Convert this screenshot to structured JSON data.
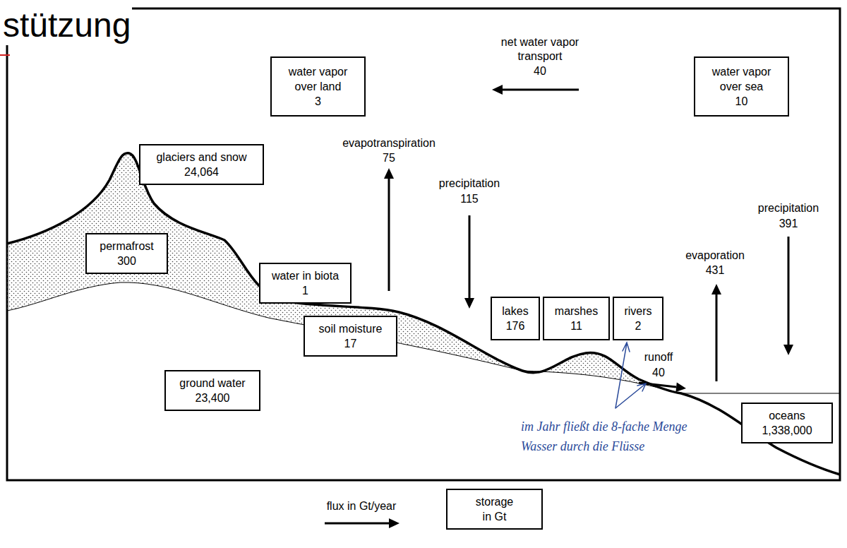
{
  "diagram": {
    "nodes": [
      {
        "text": [
          "water vapor over land",
          "3"
        ]
      },
      {
        "text": [
          "water vapor over sea",
          "10"
        ]
      },
      {
        "text": [
          "glaciers and snow",
          "24,064"
        ]
      },
      {
        "text": [
          "permafrost",
          "300"
        ]
      },
      {
        "text": [
          "water in biota",
          "1"
        ]
      },
      {
        "text": [
          "lakes",
          "176"
        ]
      },
      {
        "text": [
          "marshes",
          "11"
        ]
      },
      {
        "text": [
          "rivers",
          "2"
        ]
      },
      {
        "text": [
          "soil moisture",
          "17"
        ]
      },
      {
        "text": [
          "ground water",
          "23,400"
        ]
      },
      {
        "text": [
          "oceans",
          "1,338,000"
        ]
      }
    ],
    "labels": [
      "stützung",
      "net water vapor transport",
      "40",
      "evapotranspiration",
      "75",
      "precipitation",
      "115",
      "precipitation",
      "391",
      "evaporation",
      "431",
      "runoff",
      "40",
      "im Jahr fließt die 8-fache Menge Wasser durch die Flüsse"
    ],
    "legend": [
      {
        "text": "flux in Gt/year"
      },
      {
        "text": "storage in Gt"
      }
    ]
  }
}
